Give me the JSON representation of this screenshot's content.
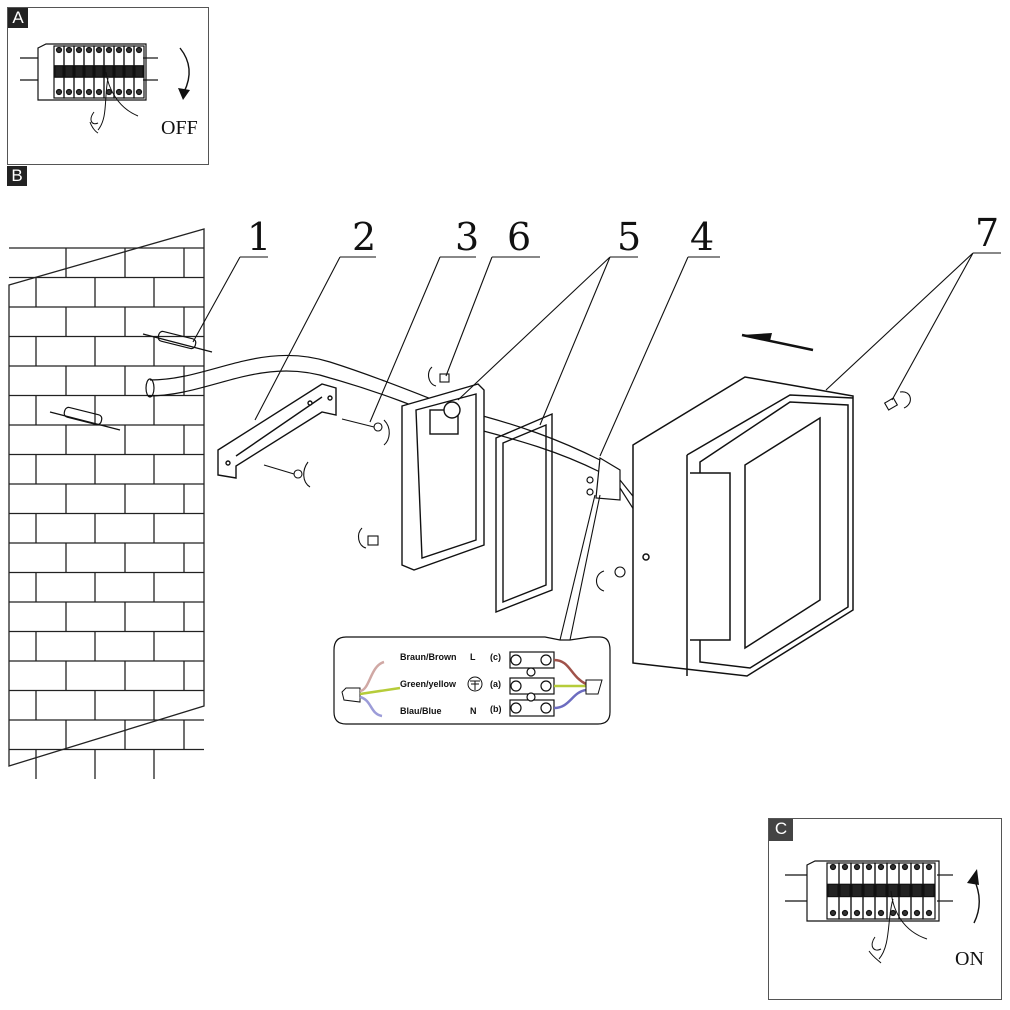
{
  "steps": {
    "A": {
      "tag": "A",
      "action_label": "OFF"
    },
    "B": {
      "tag": "B"
    },
    "C": {
      "tag": "C",
      "action_label": "ON"
    }
  },
  "callouts": [
    "1",
    "2",
    "3",
    "6",
    "5",
    "4",
    "7"
  ],
  "parts": [
    {
      "number": "1",
      "name": "wall plugs"
    },
    {
      "number": "2",
      "name": "mounting bracket"
    },
    {
      "number": "3",
      "name": "bracket screws"
    },
    {
      "number": "4",
      "name": "terminal block"
    },
    {
      "number": "5",
      "name": "base housing and gasket"
    },
    {
      "number": "6",
      "name": "housing screws"
    },
    {
      "number": "7",
      "name": "lamp body and fixing screws"
    }
  ],
  "wiring": {
    "rows": [
      {
        "wire": "Braun/Brown",
        "symbol": "L",
        "terminal": "(c)",
        "color": "#a0524a"
      },
      {
        "wire": "Green/yellow",
        "symbol": "earth-symbol",
        "terminal": "(a)",
        "color": "#b6cc3a"
      },
      {
        "wire": "Blau/Blue",
        "symbol": "N",
        "terminal": "(b)",
        "color": "#6c6cc0"
      }
    ]
  },
  "colors": {
    "line": "#111111",
    "brown": "#a0524a",
    "green_yellow": "#b6cc3a",
    "blue": "#6c6cc0"
  }
}
